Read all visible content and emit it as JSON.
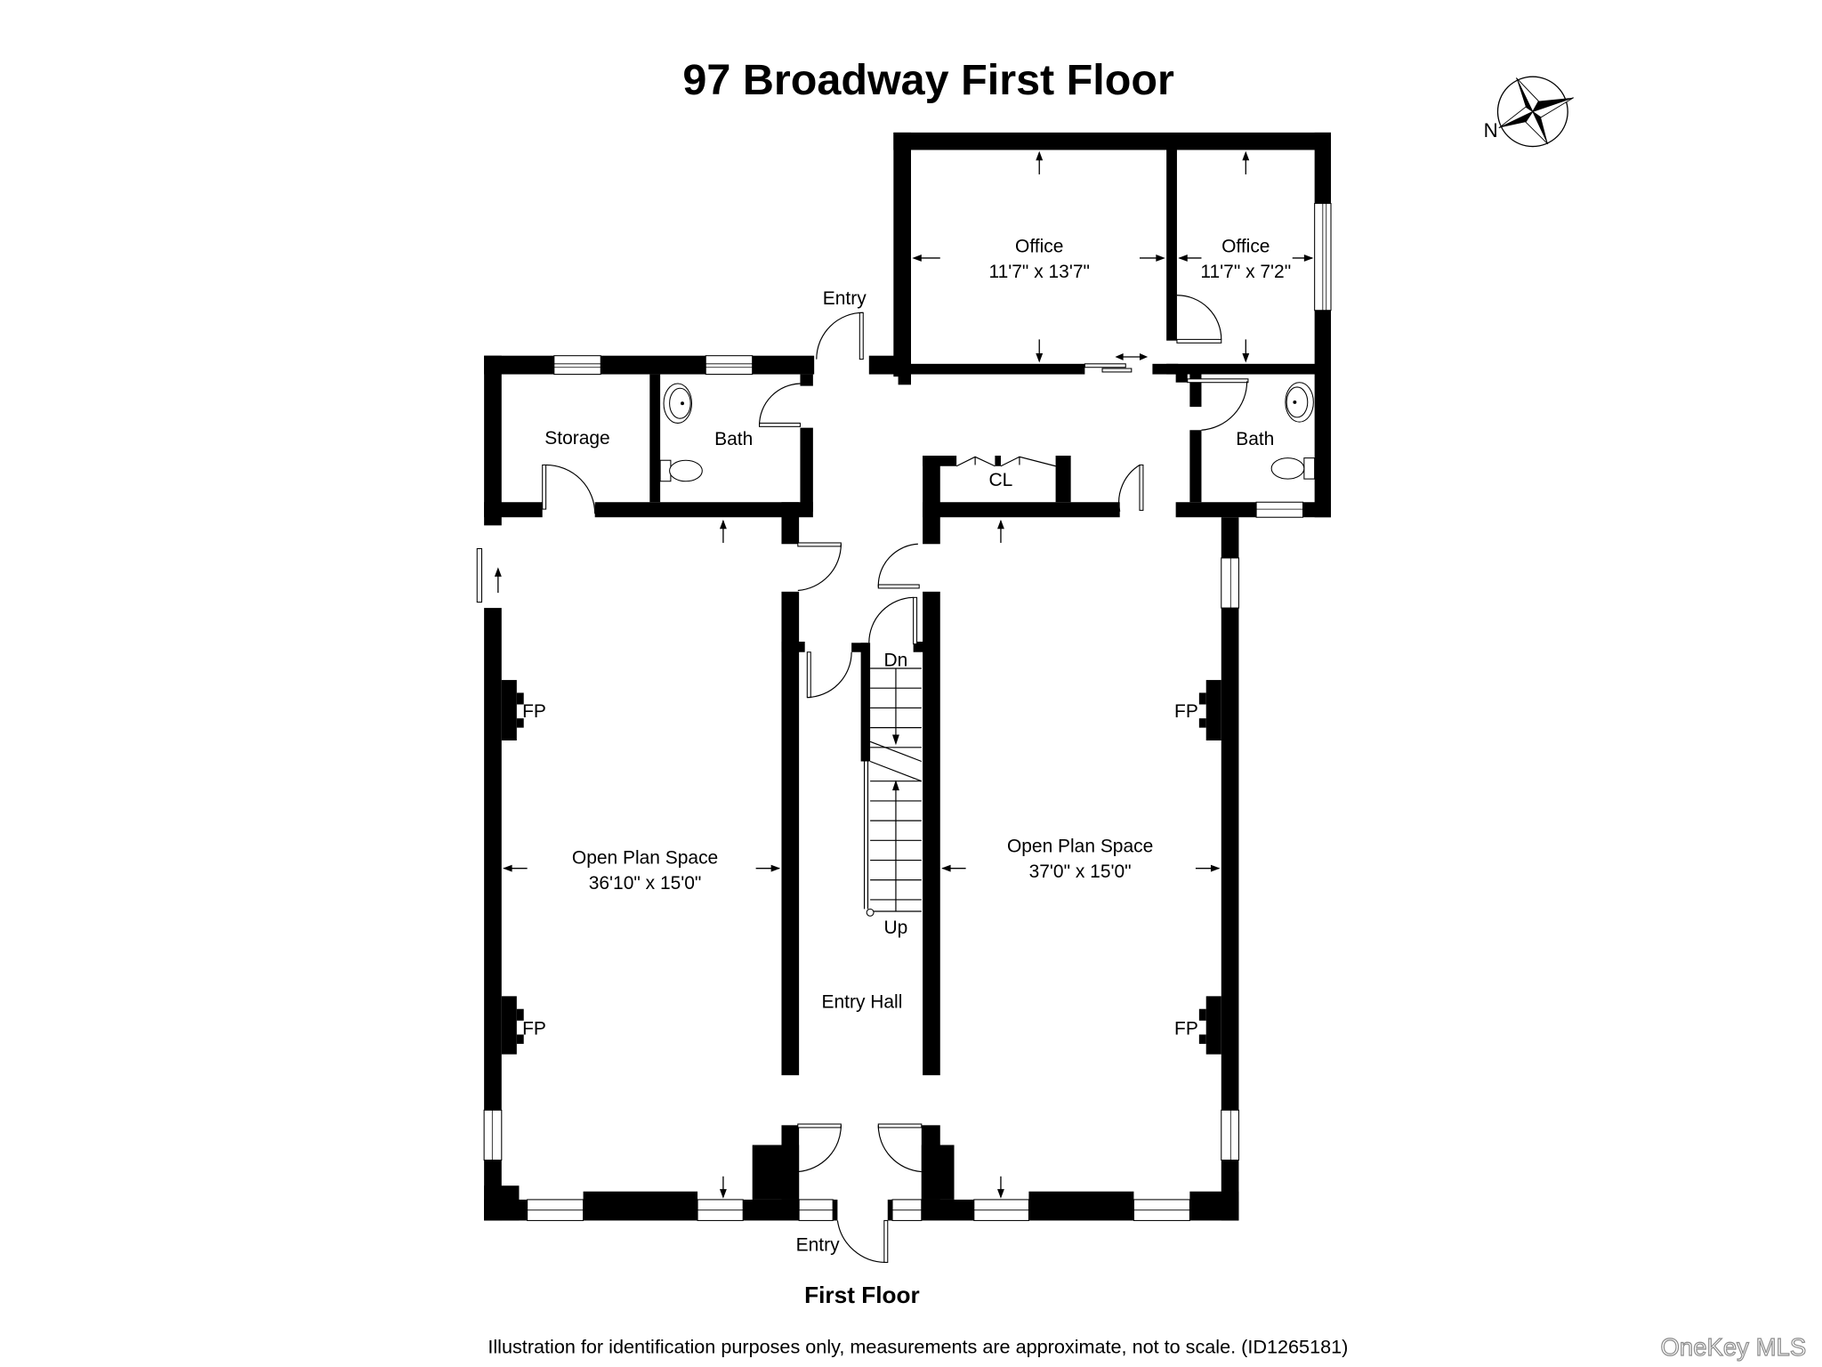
{
  "header": {
    "title": "97 Broadway First Floor",
    "compass_label": "N"
  },
  "rooms": {
    "office_large": {
      "name": "Office",
      "dims": "11'7\" x 13'7\""
    },
    "office_small": {
      "name": "Office",
      "dims": "11'7\" x 7'2\""
    },
    "storage": {
      "name": "Storage"
    },
    "bath_left": {
      "name": "Bath"
    },
    "bath_right": {
      "name": "Bath"
    },
    "closet": {
      "name": "CL"
    },
    "open_plan_left": {
      "name": "Open Plan Space",
      "dims": "36'10\" x 15'0\""
    },
    "open_plan_right": {
      "name": "Open Plan Space",
      "dims": "37'0\" x 15'0\""
    },
    "entry_hall": {
      "name": "Entry Hall"
    },
    "entry_rear": {
      "name": "Entry"
    },
    "entry_front": {
      "name": "Entry"
    }
  },
  "stairs": {
    "down_label": "Dn",
    "up_label": "Up"
  },
  "fireplaces": {
    "left_upper": "FP",
    "left_lower": "FP",
    "right_upper": "FP",
    "right_lower": "FP"
  },
  "footer": {
    "floor_label": "First Floor",
    "disclaimer": "Illustration for identification purposes only, measurements are approximate, not to scale. (ID1265181)",
    "watermark": "OneKey MLS"
  },
  "colors": {
    "wall": "#000000",
    "background": "#ffffff",
    "watermark_outline": "#8a8a8a"
  }
}
